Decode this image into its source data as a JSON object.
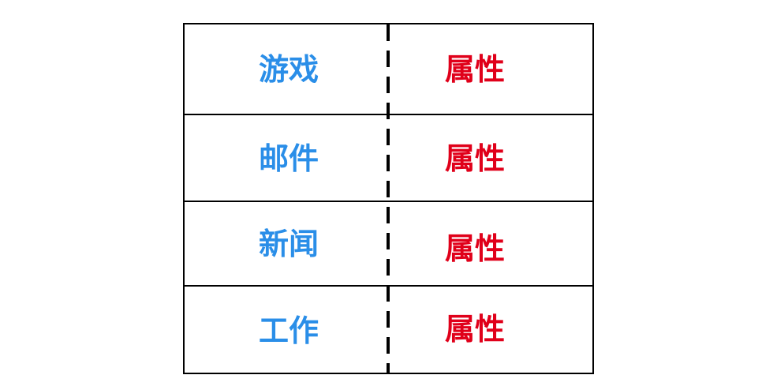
{
  "colors": {
    "left_text": "#2a8ee8",
    "right_text": "#e0001a",
    "lines": "#000000"
  },
  "rows": [
    {
      "left": "游戏",
      "right": "属性"
    },
    {
      "left": "邮件",
      "right": "属性"
    },
    {
      "left": "新闻",
      "right": "属性"
    },
    {
      "left": "工作",
      "right": "属性"
    }
  ]
}
